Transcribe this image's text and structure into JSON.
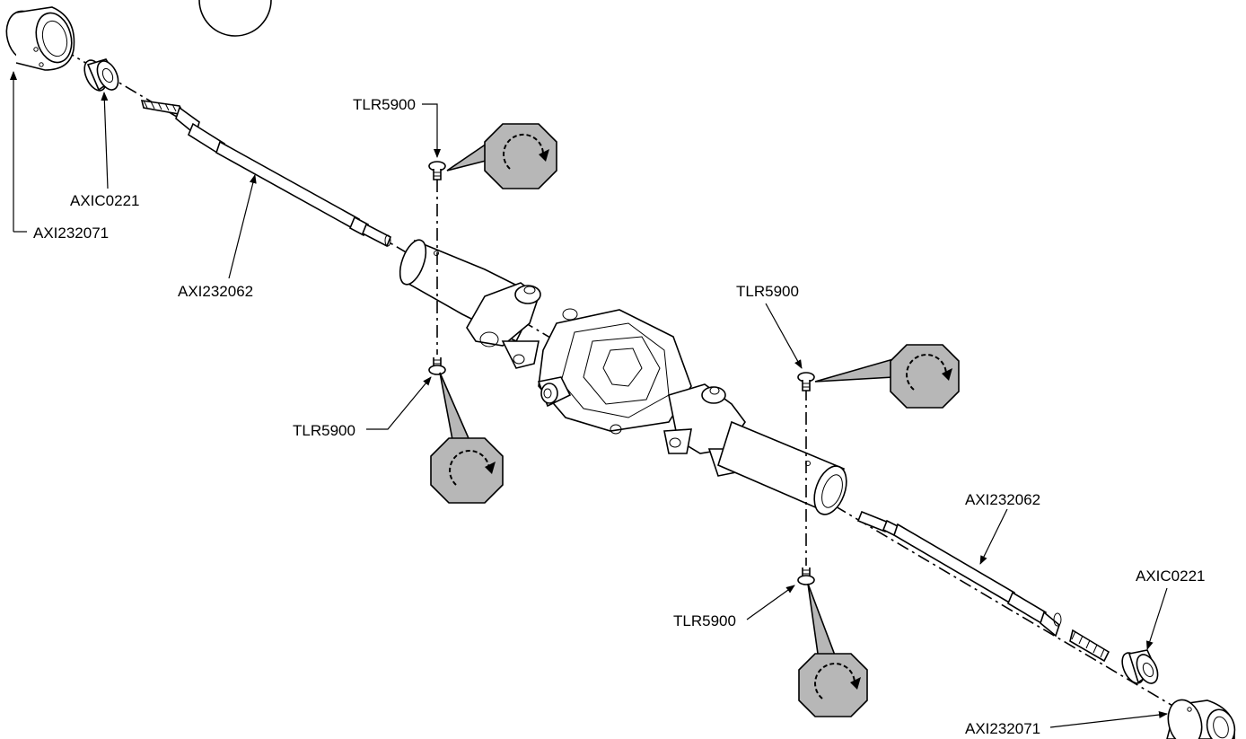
{
  "diagram": {
    "labels": {
      "axi232071_top": "AXI232071",
      "axic0221_top": "AXIC0221",
      "axi232062_top": "AXI232062",
      "tlr5900_top": "TLR5900",
      "tlr5900_left": "TLR5900",
      "tlr5900_right": "TLR5900",
      "tlr5900_bottom": "TLR5900",
      "axi232062_bottom": "AXI232062",
      "axic0221_bottom": "AXIC0221",
      "axi232071_bottom": "AXI232071"
    },
    "icons": [
      "rotate-clockwise-icon"
    ],
    "colors": {
      "callout_fill": "#b7b7b7",
      "line": "#000000"
    }
  }
}
